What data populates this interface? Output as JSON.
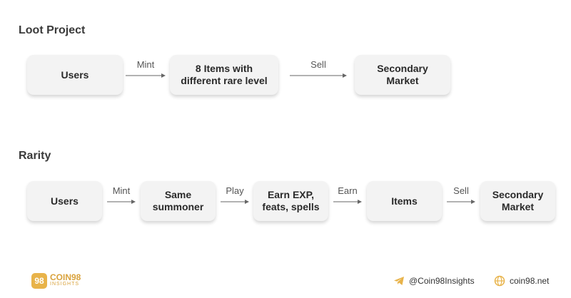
{
  "sections": [
    {
      "title": "Loot Project",
      "nodes": [
        "Users",
        "8 Items with\ndifferent rare level",
        "Secondary\nMarket"
      ],
      "edges": [
        "Mint",
        "Sell"
      ]
    },
    {
      "title": "Rarity",
      "nodes": [
        "Users",
        "Same\nsummoner",
        "Earn EXP,\nfeats, spells",
        "Items",
        "Secondary\nMarket"
      ],
      "edges": [
        "Mint",
        "Play",
        "Earn",
        "Sell"
      ]
    }
  ],
  "footer": {
    "logo_mark": "98",
    "logo_name": "COIN98",
    "logo_sub": "INSIGHTS",
    "telegram_handle": "@Coin98Insights",
    "website": "coin98.net"
  },
  "colors": {
    "node_bg": "#f3f3f3",
    "arrow": "#666666",
    "brand": "#e8b34a"
  },
  "icons": [
    "telegram-icon",
    "globe-icon"
  ]
}
